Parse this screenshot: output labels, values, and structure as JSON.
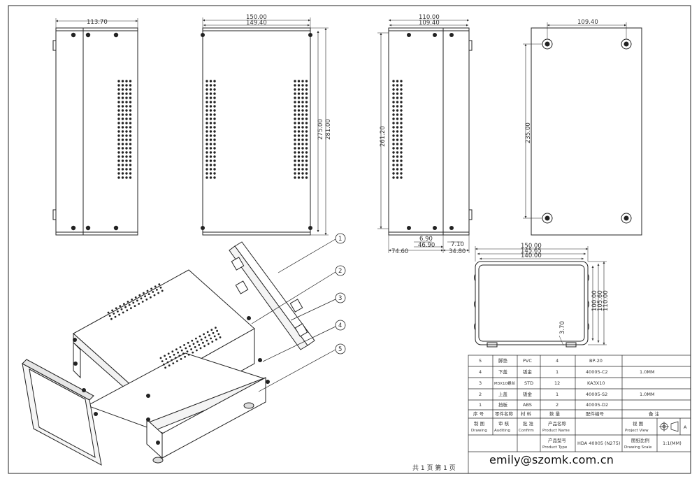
{
  "dimensions": {
    "d1_width": "113.70",
    "d2_outer": "150.00",
    "d2_inner": "149.40",
    "d2_h_inner": "275.00",
    "d2_h_outer": "281.00",
    "d3_outer": "110.00",
    "d3_inner": "109.40",
    "d3_h": "261.20",
    "d3_b1": "6.90",
    "d3_b2": "7.10",
    "d3_b3": "46.90",
    "d3_b4": "74.60",
    "d3_b5": "34.80",
    "d4_w": "109.40",
    "d4_h": "235.00",
    "d5_w1": "150.00",
    "d5_w2": "145.65",
    "d5_w3": "140.00",
    "d5_h1": "100.00",
    "d5_h2": "105.60",
    "d5_h3": "110.00",
    "d5_foot": "3.70"
  },
  "balloons": [
    "1",
    "2",
    "3",
    "4",
    "5"
  ],
  "bom": {
    "rows": [
      {
        "no": "5",
        "name": "脚垫",
        "material": "PVC",
        "qty": "4",
        "part": "BP-20",
        "note": ""
      },
      {
        "no": "4",
        "name": "下盖",
        "material": "钣金",
        "qty": "1",
        "part": "40005-C2",
        "note": "1.0MM"
      },
      {
        "no": "3",
        "name": "M3X10螺丝",
        "material": "STD",
        "qty": "12",
        "part": "KA3X10",
        "note": ""
      },
      {
        "no": "2",
        "name": "上盖",
        "material": "钣金",
        "qty": "1",
        "part": "40005-S2",
        "note": "1.0MM"
      },
      {
        "no": "1",
        "name": "挡板",
        "material": "ABS",
        "qty": "2",
        "part": "40005-D2",
        "note": ""
      }
    ],
    "header": {
      "no": "序 号",
      "name": "零件名称",
      "material": "材 料",
      "qty": "数 量",
      "part": "配件编号",
      "note": "备 注"
    },
    "drawing_cn": "制 图",
    "drawing_en": "Drawing",
    "auditing_cn": "审 核",
    "auditing_en": "Auditing",
    "confirm_cn": "批 准",
    "confirm_en": "Confirm",
    "pname_cn": "产品名称",
    "pname_en": "Product Name",
    "ptype_cn": "产品型号",
    "ptype_en": "Product Type",
    "ptype_val": "HDA 40005 (N275)",
    "view_cn": "视 图",
    "view_en": "Project View",
    "view_letter": "A",
    "scale_cn": "图纸比例",
    "scale_en": "Drawing Scale",
    "scale_val": "1:1(MM)"
  },
  "page_footer": "共 1 页   第 1 页",
  "email": "emily@szomk.com.cn"
}
